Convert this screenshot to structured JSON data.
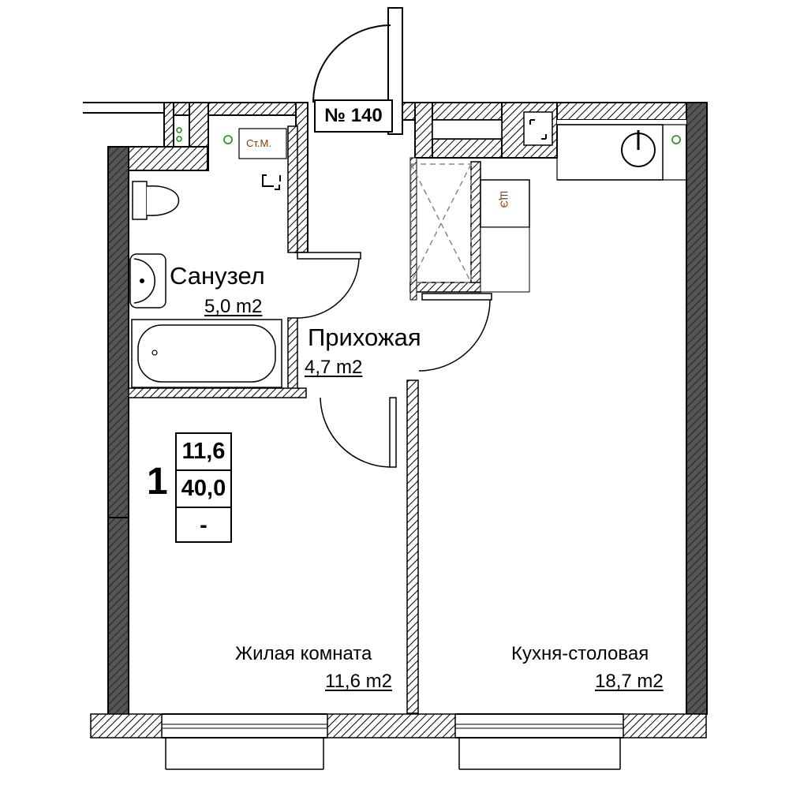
{
  "apartment": {
    "number_label": "№ 140",
    "rooms_count": "1",
    "summary": {
      "living_area": "11,6",
      "total_area": "40,0",
      "balcony": "-"
    }
  },
  "rooms": {
    "bathroom": {
      "name": "Санузел",
      "area": "5,0 m2"
    },
    "hallway": {
      "name": "Прихожая",
      "area": "4,7 m2"
    },
    "living": {
      "name": "Жилая комната",
      "area": "11,6 m2"
    },
    "kitchen": {
      "name": "Кухня-столовая",
      "area": "18,7 m2"
    }
  },
  "tags": {
    "plumbing_shaft": "Ст.М.",
    "electric_panel": "ЩЭ"
  },
  "colors": {
    "wall": "#000000",
    "wall_fill": "#555555",
    "hatch": "#000000",
    "marker": "#1a8a1a",
    "tag_text": "#8a3a00"
  }
}
